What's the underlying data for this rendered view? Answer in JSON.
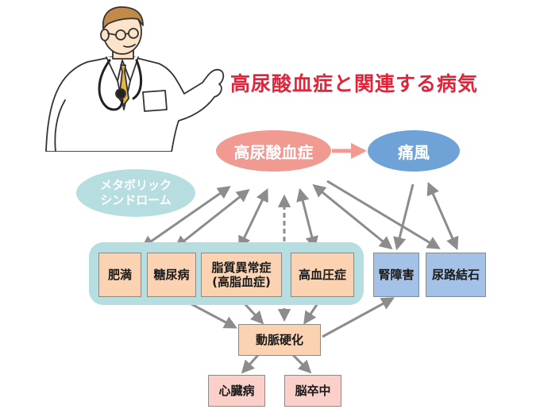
{
  "title": "高尿酸血症と関連する病気",
  "nodes": {
    "hyperuricemia": "高尿酸血症",
    "gout": "痛風",
    "metabolic_syndrome": [
      "メタボリック",
      "シンドローム"
    ],
    "obesity": "肥満",
    "diabetes": "糖尿病",
    "dyslipidemia": [
      "脂質異常症",
      "(高脂血症)"
    ],
    "hypertension": "高血圧症",
    "kidney_disease": "腎障害",
    "urinary_stones": "尿路結石",
    "arteriosclerosis": "動脈硬化",
    "heart_disease": "心臓病",
    "stroke": "脳卒中"
  },
  "colors": {
    "title": "#e0243a",
    "hyperuricemia_fill": "#f09a92",
    "gout_fill": "#6fa3d8",
    "metabolic_fill": "#b6dee0",
    "risk_box_fill": "#fbd3b2",
    "kidney_box_fill": "#a4c2e8",
    "outcome_box_fill": "#fad0c8",
    "arrow": "#8c8c8c",
    "highlight_arrow": "#f09a92"
  },
  "illustration": "doctor-with-stethoscope"
}
